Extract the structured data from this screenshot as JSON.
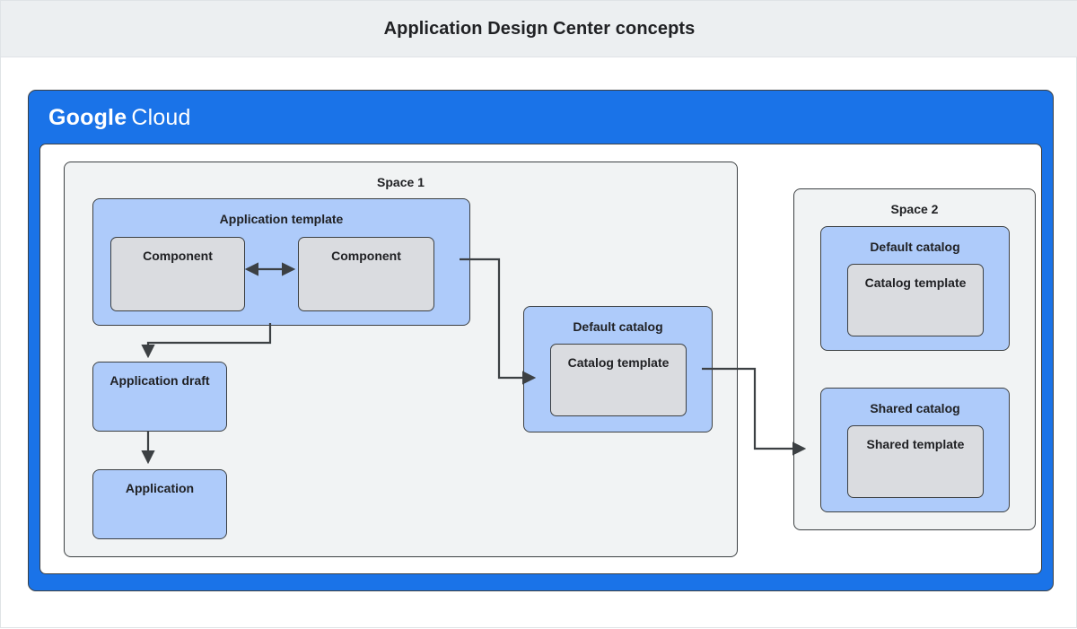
{
  "figure": {
    "title": "Application Design Center concepts"
  },
  "cloud": {
    "brand_primary": "Google",
    "brand_secondary": "Cloud",
    "frame_color": "#1a73e8"
  },
  "palette": {
    "blue_fill": "#aecbfa",
    "gray_fill": "#dadce0",
    "space_fill": "#f1f3f4",
    "stroke": "#3c4043",
    "text": "#202124",
    "header_bg": "#eceff1",
    "panel_bg": "#ffffff"
  },
  "space1": {
    "label": "Space 1",
    "application_template": {
      "label": "Application template",
      "components": [
        {
          "label": "Component"
        },
        {
          "label": "Component"
        }
      ]
    },
    "application_draft": {
      "label": "Application draft"
    },
    "application": {
      "label": "Application"
    },
    "default_catalog": {
      "label": "Default catalog",
      "template": {
        "label": "Catalog template"
      }
    }
  },
  "space2": {
    "label": "Space 2",
    "default_catalog": {
      "label": "Default catalog",
      "template": {
        "label": "Catalog template"
      }
    },
    "shared_catalog": {
      "label": "Shared catalog",
      "template": {
        "label": "Shared template"
      }
    }
  },
  "connectors": [
    {
      "name": "component-to-component",
      "style": "double-arrow"
    },
    {
      "name": "application-template-to-application-draft",
      "style": "arrow"
    },
    {
      "name": "application-draft-to-application",
      "style": "arrow"
    },
    {
      "name": "application-template-to-default-catalog",
      "style": "arrow"
    },
    {
      "name": "default-catalog-to-shared-catalog",
      "style": "arrow"
    }
  ]
}
